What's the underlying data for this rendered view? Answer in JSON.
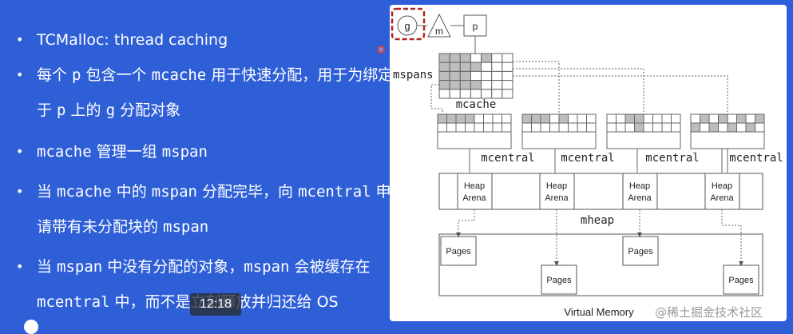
{
  "bullets": [
    {
      "lines": [
        [
          {
            "t": "TCMalloc: thread caching",
            "m": false
          }
        ]
      ]
    },
    {
      "lines": [
        [
          {
            "t": "每个 ",
            "m": false
          },
          {
            "t": "p",
            "m": true
          },
          {
            "t": " 包含一个 ",
            "m": false
          },
          {
            "t": "mcache",
            "m": true
          },
          {
            "t": " 用于快速分配，用于为绑定",
            "m": false
          }
        ],
        [
          {
            "t": "于 ",
            "m": false
          },
          {
            "t": "p",
            "m": true
          },
          {
            "t": " 上的 ",
            "m": false
          },
          {
            "t": "g",
            "m": true
          },
          {
            "t": " 分配对象",
            "m": false
          }
        ]
      ]
    },
    {
      "lines": [
        [
          {
            "t": "mcache",
            "m": true
          },
          {
            "t": " 管理一组 ",
            "m": false
          },
          {
            "t": "mspan",
            "m": true
          }
        ]
      ]
    },
    {
      "lines": [
        [
          {
            "t": "当 ",
            "m": false
          },
          {
            "t": "mcache",
            "m": true
          },
          {
            "t": " 中的 ",
            "m": false
          },
          {
            "t": "mspan",
            "m": true
          },
          {
            "t": " 分配完毕，向 ",
            "m": false
          },
          {
            "t": "mcentral",
            "m": true
          },
          {
            "t": " 申",
            "m": false
          }
        ],
        [
          {
            "t": "请带有未分配块的 ",
            "m": false
          },
          {
            "t": "mspan",
            "m": true
          }
        ]
      ]
    },
    {
      "lines": [
        [
          {
            "t": "当 ",
            "m": false
          },
          {
            "t": "mspan",
            "m": true
          },
          {
            "t": " 中没有分配的对象，",
            "m": false
          },
          {
            "t": "mspan",
            "m": true
          },
          {
            "t": " 会被缓存在",
            "m": false
          }
        ],
        [
          {
            "t": "mcentral",
            "m": true
          },
          {
            "t": " 中，而不是立刻释放并归还给 OS",
            "m": false
          }
        ]
      ]
    }
  ],
  "diagram": {
    "g": "g",
    "m": "m",
    "p": "p",
    "mspans": "mspans",
    "mcache": "mcache",
    "mcentral": [
      "mcentral",
      "mcentral",
      "mcentral",
      "mcentral"
    ],
    "heap_arena_line1": "Heap",
    "heap_arena_line2": "Arena",
    "mheap": "mheap",
    "pages": "Pages",
    "virtual_memory": "Virtual Memory"
  },
  "video": {
    "time": "12:18"
  },
  "watermark": "@稀土掘金技术社区",
  "colors": {
    "background": "#2f5fd7",
    "accent_red": "#b22222",
    "cell_gray": "#bdbdbd"
  }
}
